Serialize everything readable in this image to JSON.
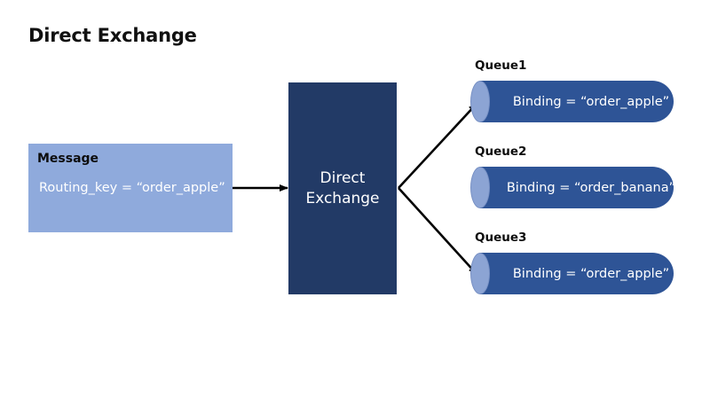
{
  "diagram": {
    "title": "Direct Exchange",
    "background_color": "#ffffff"
  },
  "message": {
    "heading": "Message",
    "routing_key_text": "Routing_key = “order_apple”",
    "fill_color": "#8FAADC"
  },
  "exchange": {
    "label": "Direct\nExchange",
    "fill_color": "#223A66"
  },
  "queues": [
    {
      "label": "Queue1",
      "binding_text": "Binding = “order_apple”",
      "body_color": "#2E5496",
      "cap_color": "#8CA4D4",
      "has_incoming_arrow": true
    },
    {
      "label": "Queue2",
      "binding_text": "Binding = “order_banana”",
      "body_color": "#2E5496",
      "cap_color": "#8CA4D4",
      "has_incoming_arrow": false
    },
    {
      "label": "Queue3",
      "binding_text": "Binding = “order_apple”",
      "body_color": "#2E5496",
      "cap_color": "#8CA4D4",
      "has_incoming_arrow": true
    }
  ],
  "connectors": [
    {
      "name": "message-to-exchange",
      "color": "#000000"
    },
    {
      "name": "exchange-to-queue1",
      "color": "#000000"
    },
    {
      "name": "exchange-to-queue3",
      "color": "#000000"
    }
  ]
}
